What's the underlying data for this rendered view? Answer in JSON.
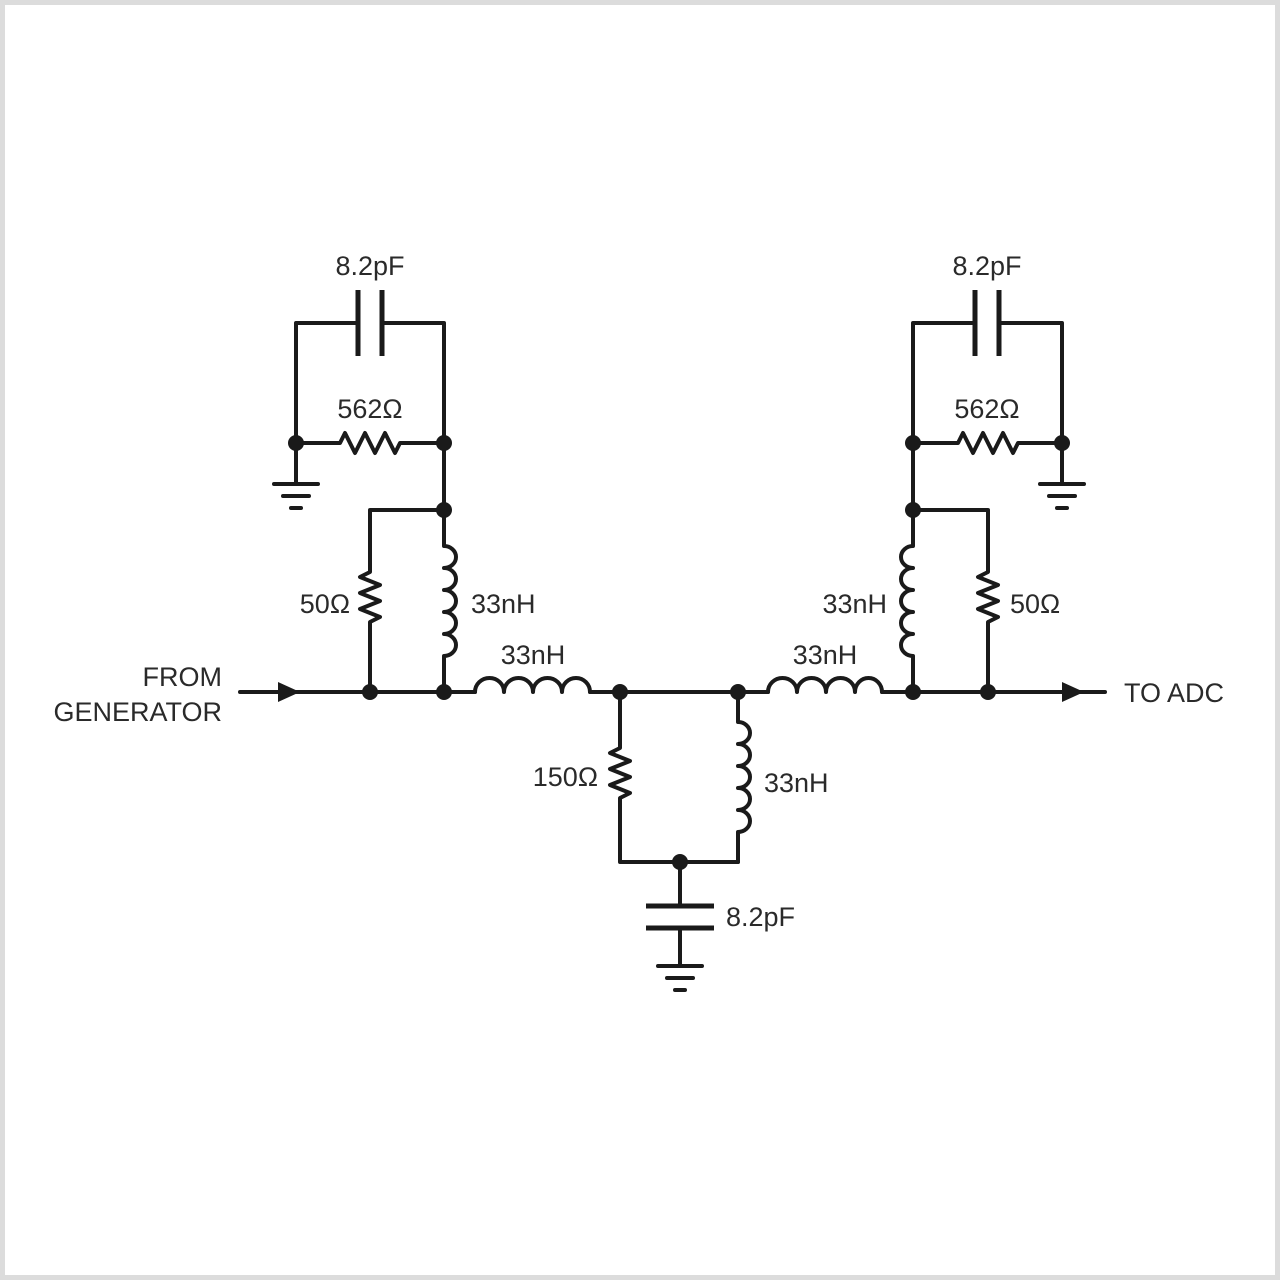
{
  "labels": {
    "c_left_top": "8.2pF",
    "c_right_top": "8.2pF",
    "r_left_top": "562Ω",
    "r_right_top": "562Ω",
    "r_left_shunt": "50Ω",
    "l_left_shunt": "33nH",
    "l_series_left": "33nH",
    "l_series_right": "33nH",
    "l_right_shunt": "33nH",
    "r_right_shunt": "50Ω",
    "r_bottom": "150Ω",
    "l_bottom": "33nH",
    "c_bottom": "8.2pF",
    "input_line1": "FROM",
    "input_line2": "GENERATOR",
    "output": "TO ADC"
  },
  "colors": {
    "wire": "#1a1a1a",
    "text": "#2a2a2a",
    "border": "#dcdcdc",
    "background": "#ffffff"
  }
}
